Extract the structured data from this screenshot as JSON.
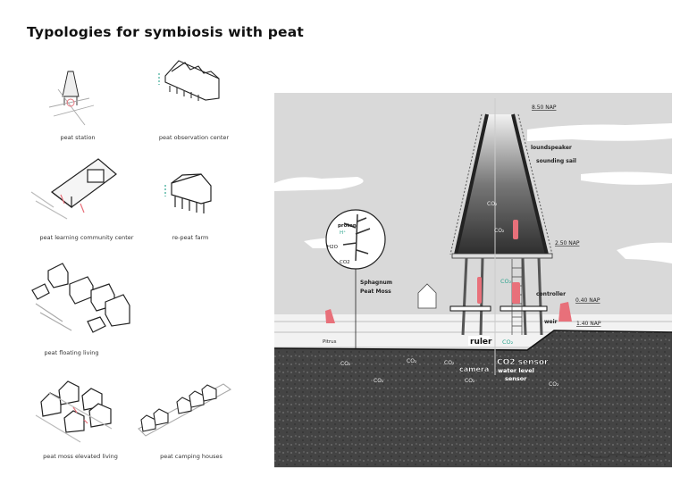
{
  "title": "Typologies for symbiosis with peat",
  "typologies": [
    {
      "label": "peat station",
      "icon": "tower-icon"
    },
    {
      "label": "peat observation center",
      "icon": "sawtooth-roof-building-icon"
    },
    {
      "label": "peat learning community center",
      "icon": "gable-hall-icon"
    },
    {
      "label": "re-peat farm",
      "icon": "barn-icon"
    },
    {
      "label": "peat floating living",
      "icon": "house-cluster-icon"
    },
    {
      "label": "peat moss elevated living",
      "icon": "elevated-houses-icon"
    },
    {
      "label": "peat camping houses",
      "icon": "cabin-row-icon"
    }
  ],
  "section": {
    "levels": [
      "8.50 NAP",
      "2.50 NAP",
      "0.40 NAP",
      "1.40 NAP"
    ],
    "labels": {
      "loudspeaker": "loundspeaker",
      "sounding_sail": "sounding sail",
      "controller": "controller",
      "weir": "weir",
      "ruler": "ruler",
      "co2_sensor": "CO2 sensor",
      "camera": "camera",
      "water_level": "water level",
      "sensor": "sensor",
      "pitrus": "Pitrus",
      "sphagnum": "Sphagnum",
      "peat_moss": "Peat Moss",
      "proton": "proton",
      "h_plus": "H⁺",
      "h2o": "H2O",
      "co2": "CO2",
      "co2_gas": "CO₂"
    },
    "scale": [
      "0",
      "1",
      "5"
    ],
    "colors": {
      "sky": "#d9d9d9",
      "accent_red": "#e8707a",
      "accent_teal": "#2fa58f",
      "soil": "#3c3c3c"
    }
  }
}
